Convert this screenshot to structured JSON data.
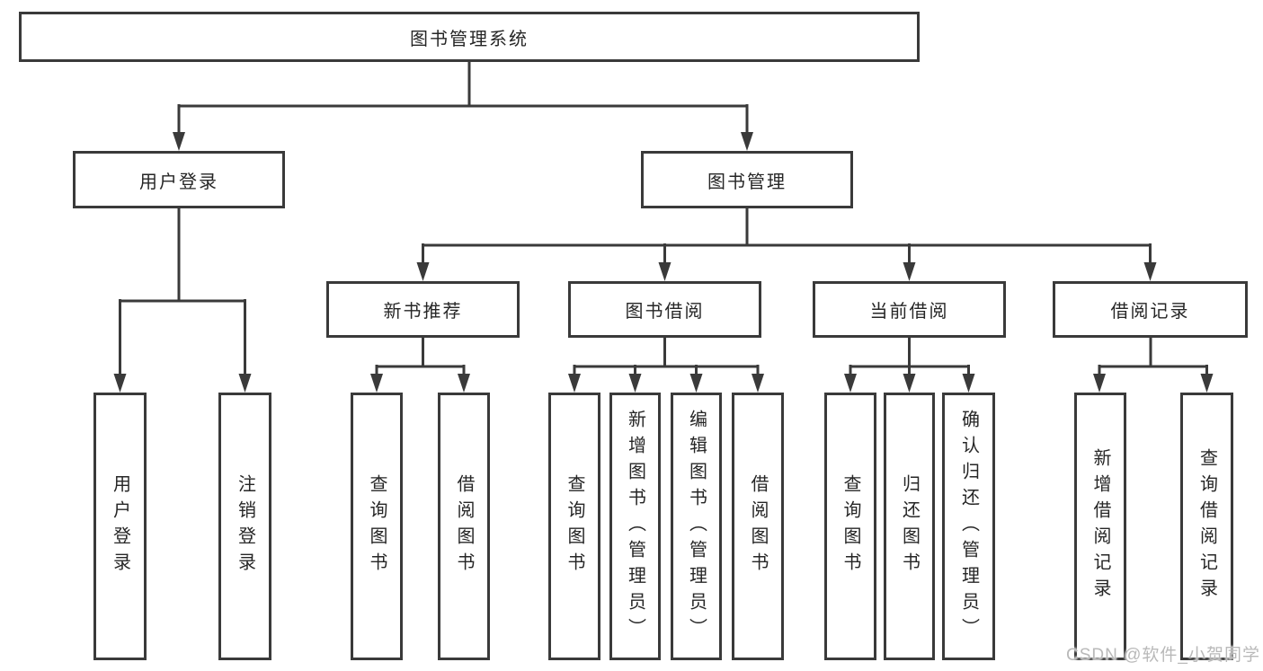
{
  "tree": {
    "label": "图书管理系统",
    "children": [
      {
        "label": "用户登录",
        "children": [
          {
            "label": "用户登录"
          },
          {
            "label": "注销登录"
          }
        ]
      },
      {
        "label": "图书管理",
        "children": [
          {
            "label": "新书推荐",
            "children": [
              {
                "label": "查询图书"
              },
              {
                "label": "借阅图书"
              }
            ]
          },
          {
            "label": "图书借阅",
            "children": [
              {
                "label": "查询图书"
              },
              {
                "label": "新增图书（管理员）"
              },
              {
                "label": "编辑图书（管理员）"
              },
              {
                "label": "借阅图书"
              }
            ]
          },
          {
            "label": "当前借阅",
            "children": [
              {
                "label": "查询图书"
              },
              {
                "label": "归还图书"
              },
              {
                "label": "确认归还（管理员）"
              }
            ]
          },
          {
            "label": "借阅记录",
            "children": [
              {
                "label": "新增借阅记录"
              },
              {
                "label": "查询借阅记录"
              }
            ]
          }
        ]
      }
    ]
  },
  "watermark": {
    "text": "CSDN @软件_小贺同学"
  },
  "colors": {
    "line": "#3a3a3a",
    "box_border": "#3a3a3a",
    "text": "#262626",
    "background": "#ffffff",
    "watermark": "#b9b9b9"
  }
}
